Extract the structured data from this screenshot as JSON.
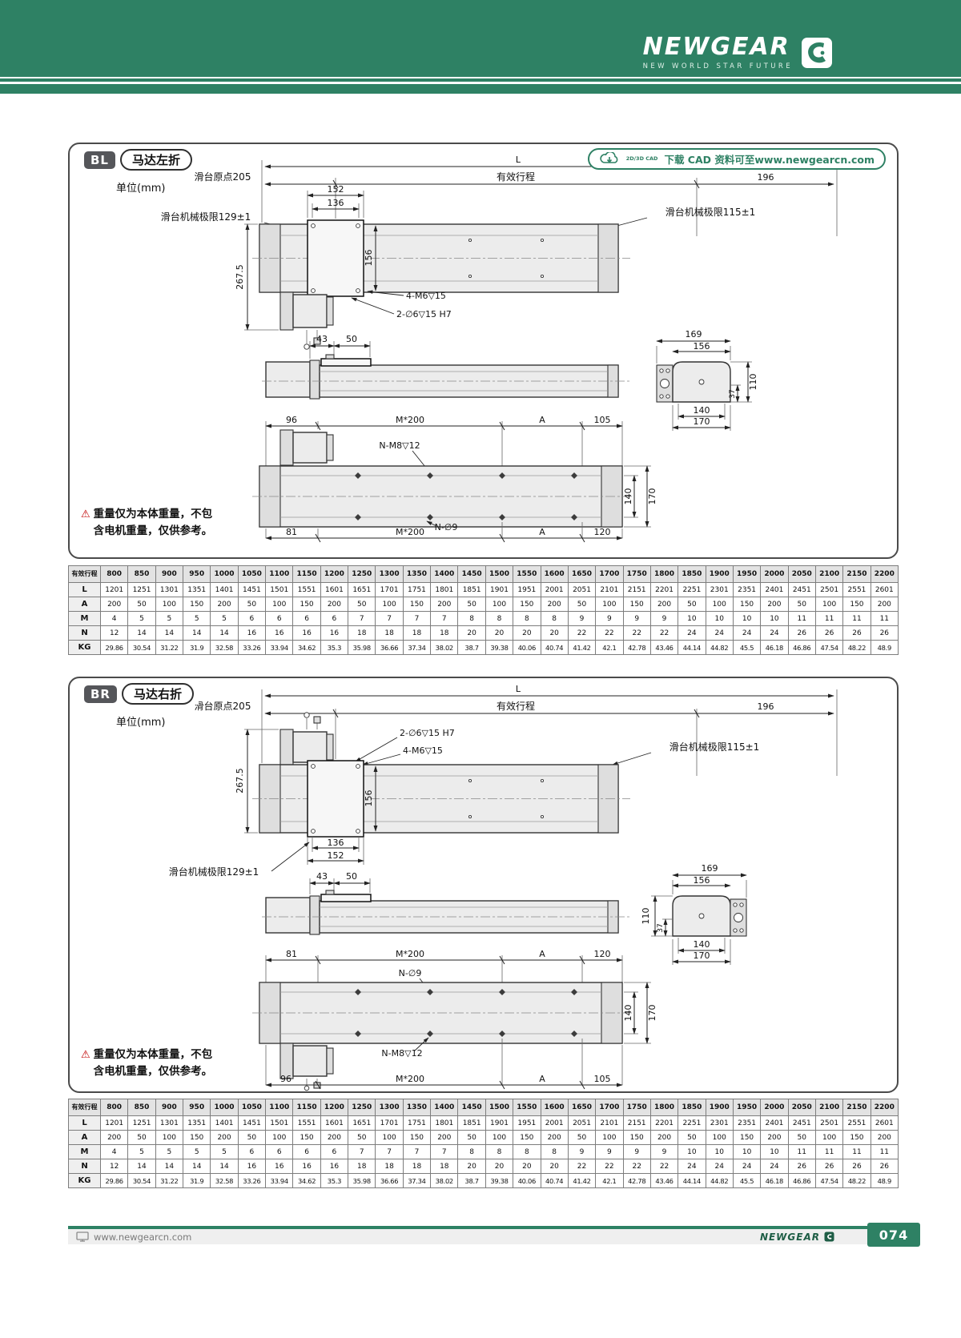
{
  "header": {
    "brand": "NEWGEAR",
    "tagline": "NEW WORLD STAR FUTURE"
  },
  "unit_label": "单位(mm)",
  "cad_badge": {
    "icon_label": "2D/3D CAD",
    "text": "下载 CAD 资料可至www.newgearcn.com"
  },
  "weight_note": {
    "icon": "⚠",
    "line1": "重量仅为本体重量，不包",
    "line2": "含电机重量，仅供参考。"
  },
  "sections": {
    "bl": {
      "code": "BL",
      "title": "马达左折",
      "dims": {
        "L": "L",
        "origin": "滑台原点205",
        "stroke": "有效行程",
        "d196": "196",
        "d152": "152",
        "d136": "136",
        "limit129": "滑台机械极限129±1",
        "limit115": "滑台机械极限115±1",
        "d267": "267.5",
        "d156": "156",
        "m6": "4-M6▽15",
        "pin": "2-∅6▽15 H7",
        "d43": "43",
        "d50": "50",
        "e169": "169",
        "e156": "156",
        "e110": "110",
        "e37": "37",
        "e140": "140",
        "e170": "170",
        "t96": "96",
        "tm200": "M*200",
        "tA": "A",
        "t105": "105",
        "nm8": "N-M8▽12",
        "s140": "140",
        "s170": "170",
        "b81": "81",
        "bm200": "M*200",
        "n9": "N-∅9",
        "bA": "A",
        "b120": "120"
      }
    },
    "br": {
      "code": "BR",
      "title": "马达右折",
      "dims": {
        "L": "L",
        "origin": "滑台原点205",
        "stroke": "有效行程",
        "d196": "196",
        "pin": "2-∅6▽15 H7",
        "m6": "4-M6▽15",
        "limit115": "滑台机械极限115±1",
        "limit129": "滑台机械极限129±1",
        "d267": "267.5",
        "d156": "156",
        "d136": "136",
        "d152": "152",
        "d43": "43",
        "d50": "50",
        "e169": "169",
        "e156": "156",
        "e110": "110",
        "e37": "37",
        "e140": "140",
        "e170": "170",
        "t81": "81",
        "tm200": "M*200",
        "tA": "A",
        "t120": "120",
        "n9": "N-∅9",
        "s140": "140",
        "s170": "170",
        "b96": "96",
        "bm200": "M*200",
        "bA": "A",
        "b105": "105",
        "nm8": "N-M8▽12"
      }
    }
  },
  "spec_table": {
    "rows": [
      {
        "header": "有效行程",
        "values": [
          "800",
          "850",
          "900",
          "950",
          "1000",
          "1050",
          "1100",
          "1150",
          "1200",
          "1250",
          "1300",
          "1350",
          "1400",
          "1450",
          "1500",
          "1550",
          "1600",
          "1650",
          "1700",
          "1750",
          "1800",
          "1850",
          "1900",
          "1950",
          "2000",
          "2050",
          "2100",
          "2150",
          "2200"
        ]
      },
      {
        "header": "L",
        "values": [
          "1201",
          "1251",
          "1301",
          "1351",
          "1401",
          "1451",
          "1501",
          "1551",
          "1601",
          "1651",
          "1701",
          "1751",
          "1801",
          "1851",
          "1901",
          "1951",
          "2001",
          "2051",
          "2101",
          "2151",
          "2201",
          "2251",
          "2301",
          "2351",
          "2401",
          "2451",
          "2501",
          "2551",
          "2601"
        ]
      },
      {
        "header": "A",
        "values": [
          "200",
          "50",
          "100",
          "150",
          "200",
          "50",
          "100",
          "150",
          "200",
          "50",
          "100",
          "150",
          "200",
          "50",
          "100",
          "150",
          "200",
          "50",
          "100",
          "150",
          "200",
          "50",
          "100",
          "150",
          "200",
          "50",
          "100",
          "150",
          "200"
        ]
      },
      {
        "header": "M",
        "values": [
          "4",
          "5",
          "5",
          "5",
          "5",
          "6",
          "6",
          "6",
          "6",
          "7",
          "7",
          "7",
          "7",
          "8",
          "8",
          "8",
          "8",
          "9",
          "9",
          "9",
          "9",
          "10",
          "10",
          "10",
          "10",
          "11",
          "11",
          "11",
          "11"
        ]
      },
      {
        "header": "N",
        "values": [
          "12",
          "14",
          "14",
          "14",
          "14",
          "16",
          "16",
          "16",
          "16",
          "18",
          "18",
          "18",
          "18",
          "20",
          "20",
          "20",
          "20",
          "22",
          "22",
          "22",
          "22",
          "24",
          "24",
          "24",
          "24",
          "26",
          "26",
          "26",
          "26"
        ]
      },
      {
        "header": "KG",
        "values": [
          "29.86",
          "30.54",
          "31.22",
          "31.9",
          "32.58",
          "33.26",
          "33.94",
          "34.62",
          "35.3",
          "35.98",
          "36.66",
          "37.34",
          "38.02",
          "38.7",
          "39.38",
          "40.06",
          "40.74",
          "41.42",
          "42.1",
          "42.78",
          "43.46",
          "44.14",
          "44.82",
          "45.5",
          "46.18",
          "46.86",
          "47.54",
          "48.22",
          "48.9"
        ]
      }
    ]
  },
  "footer": {
    "url": "www.newgearcn.com",
    "brand": "NEWGEAR",
    "page": "074"
  }
}
